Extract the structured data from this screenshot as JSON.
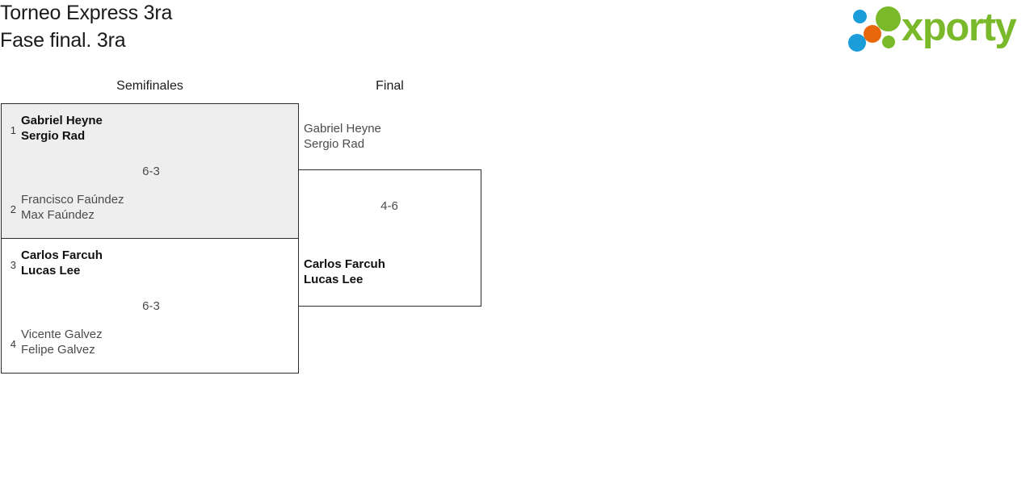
{
  "header": {
    "title": "Torneo Express 3ra",
    "subtitle": "Fase final. 3ra"
  },
  "logo": {
    "wordmark": "xporty",
    "colors": {
      "green": "#7ab929",
      "blue": "#1b9dd9",
      "orange": "#e8670c"
    },
    "dots": [
      {
        "name": "logo-dot-blue-small",
        "color": "#1b9dd9"
      },
      {
        "name": "logo-dot-green-large",
        "color": "#7ab929"
      },
      {
        "name": "logo-dot-orange",
        "color": "#e8670c"
      },
      {
        "name": "logo-dot-blue-medium",
        "color": "#1b9dd9"
      },
      {
        "name": "logo-dot-green-small",
        "color": "#7ab929"
      }
    ]
  },
  "bracket": {
    "rounds": [
      {
        "label": "Semifinales"
      },
      {
        "label": "Final"
      }
    ],
    "matches": [
      {
        "round": "Semifinales",
        "score": "6-3",
        "teams": [
          {
            "seed": "1",
            "player1": "Gabriel Heyne",
            "player2": "Sergio Rad",
            "winner": true
          },
          {
            "seed": "2",
            "player1": "Francisco Faúndez",
            "player2": "Max Faúndez",
            "winner": false
          }
        ]
      },
      {
        "round": "Semifinales",
        "score": "6-3",
        "teams": [
          {
            "seed": "3",
            "player1": "Carlos Farcuh",
            "player2": "Lucas Lee",
            "winner": true
          },
          {
            "seed": "4",
            "player1": "Vicente Galvez",
            "player2": "Felipe Galvez",
            "winner": false
          }
        ]
      },
      {
        "round": "Final",
        "score": "4-6",
        "teams": [
          {
            "seed": "",
            "player1": "Gabriel Heyne",
            "player2": "Sergio Rad",
            "winner": false
          },
          {
            "seed": "",
            "player1": "Carlos Farcuh",
            "player2": "Lucas Lee",
            "winner": true
          }
        ]
      }
    ]
  }
}
